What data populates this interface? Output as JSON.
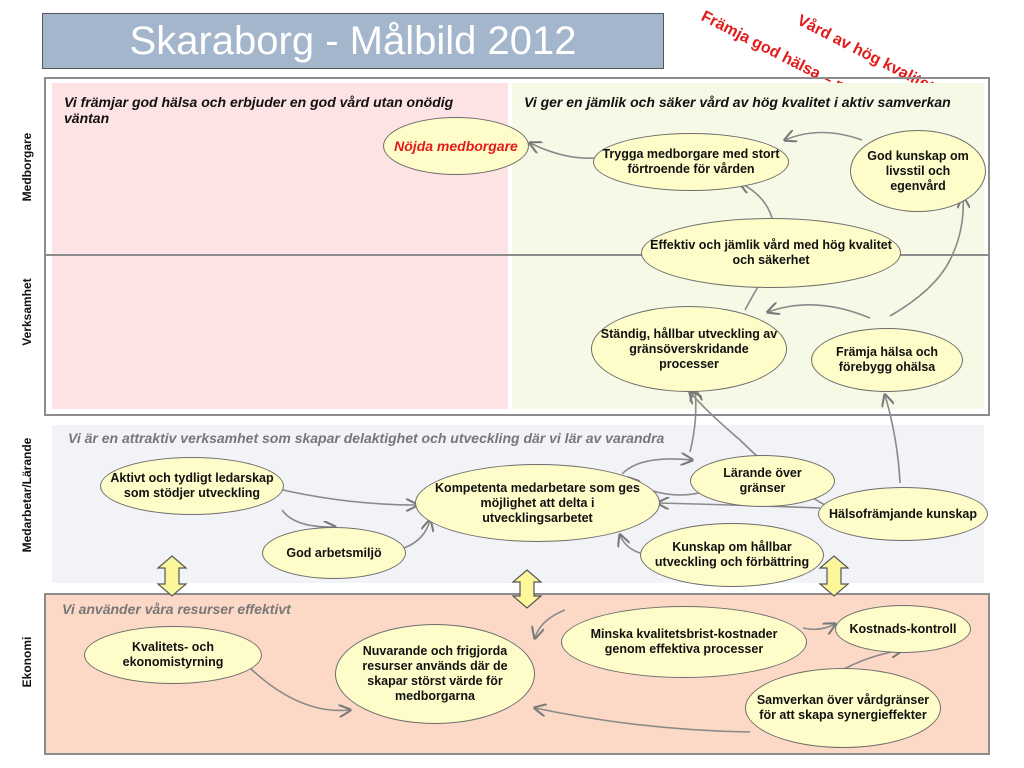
{
  "title": "Skaraborg - Målbild 2012",
  "slogans": {
    "line1": "Vård av hög kvalitet",
    "line2": "Främja god hälsa – motverka ohälsa"
  },
  "row_labels": {
    "medborgare": "Medborgare",
    "verksamhet": "Verksamhet",
    "medarbetare": "Medarbetar/Lärande",
    "ekonomi": "Ekonomi"
  },
  "headers": {
    "left": "Vi främjar god hälsa och erbjuder en god vård utan onödig väntan",
    "right": "Vi ger en jämlik och säker vård av hög kvalitet i aktiv samverkan",
    "medarbetare": "Vi är en attraktiv verksamhet som skapar delaktighet och utveckling där vi lär av varandra",
    "ekonomi": "Vi använder våra resurser effektivt"
  },
  "nodes": {
    "nojda": "Nöjda medborgare",
    "trygga": "Trygga medborgare med stort förtroende för vården",
    "god_kunskap": "God kunskap om livsstil och egenvård",
    "effektiv": "Effektiv och jämlik vård med hög kvalitet och säkerhet",
    "standig": "Ständig, hållbar utveckling av gränsöverskridande processer",
    "framja": "Främja hälsa och förebygg ohälsa",
    "aktivt": "Aktivt och tydligt ledarskap som stödjer utveckling",
    "kompetenta": "Kompetenta medarbetare som ges möjlighet att delta i utvecklingsarbetet",
    "larande": "Lärande över gränser",
    "halso": "Hälsofrämjande kunskap",
    "god_arb": "God arbetsmiljö",
    "kunskap_hallbar": "Kunskap om hållbar utveckling och förbättring",
    "kvalitets": "Kvalitets- och ekonomistyrning",
    "nuvarande": "Nuvarande och frigjorda resurser används där de skapar störst värde för medborgarna",
    "minska": "Minska kvalitetsbrist-kostnader genom effektiva processer",
    "kostnads": "Kostnads-kontroll",
    "samverkan": "Samverkan över vårdgränser för att skapa synergieffekter"
  },
  "colors": {
    "slogan": "#e21b1b",
    "oval_fill": "#fefcc8",
    "title_bg": "#a3b6cc"
  }
}
